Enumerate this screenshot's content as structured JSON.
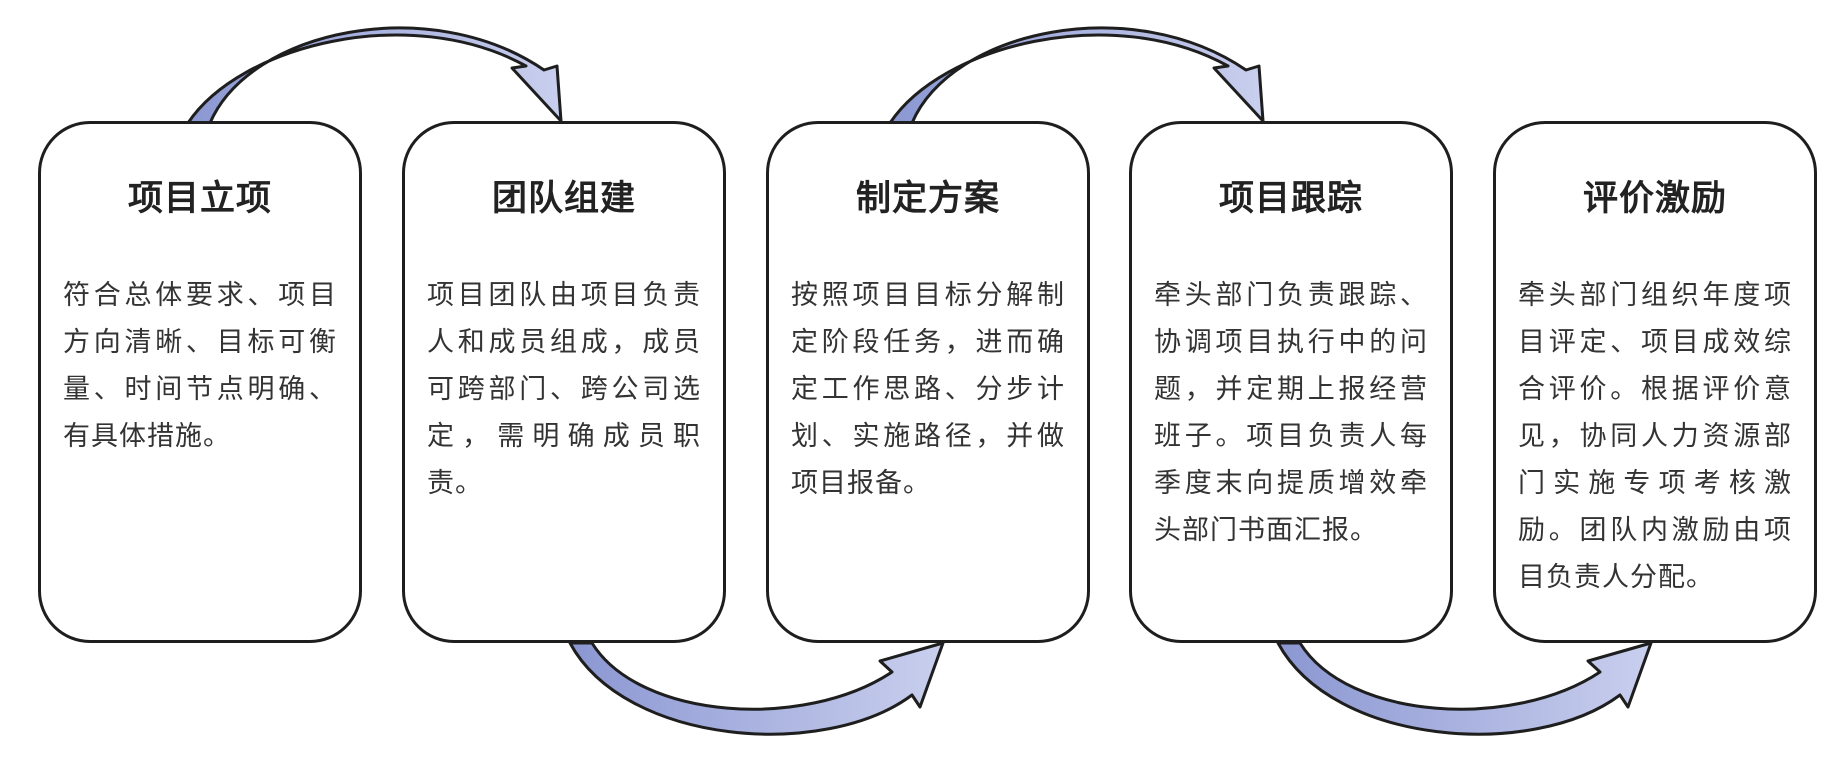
{
  "steps": [
    {
      "title": "项目立项",
      "description": "符合总体要求、项目方向清晰、目标可衡量、时间节点明确、有具体措施。"
    },
    {
      "title": "团队组建",
      "description": "项目团队由项目负责人和成员组成，成员可跨部门、跨公司选定，需明确成员职责。"
    },
    {
      "title": "制定方案",
      "description": "按照项目目标分解制定阶段任务，进而确定工作思路、分步计划、实施路径，并做项目报备。"
    },
    {
      "title": "项目跟踪",
      "description": "牵头部门负责跟踪、协调项目执行中的问题，并定期上报经营班子。项目负责人每季度末向提质增效牵头部门书面汇报。"
    },
    {
      "title": "评价激励",
      "description": "牵头部门组织年度项目评定、项目成效综合评价。根据评价意见，协同人力资源部门实施专项考核激励。团队内激励由项目负责人分配。"
    }
  ],
  "colors": {
    "arrow_fill_dark": "#8b97d2",
    "arrow_fill_light": "#c9cfee",
    "arrow_stroke": "#1e1e1e",
    "card_border": "#1e1e1e"
  }
}
